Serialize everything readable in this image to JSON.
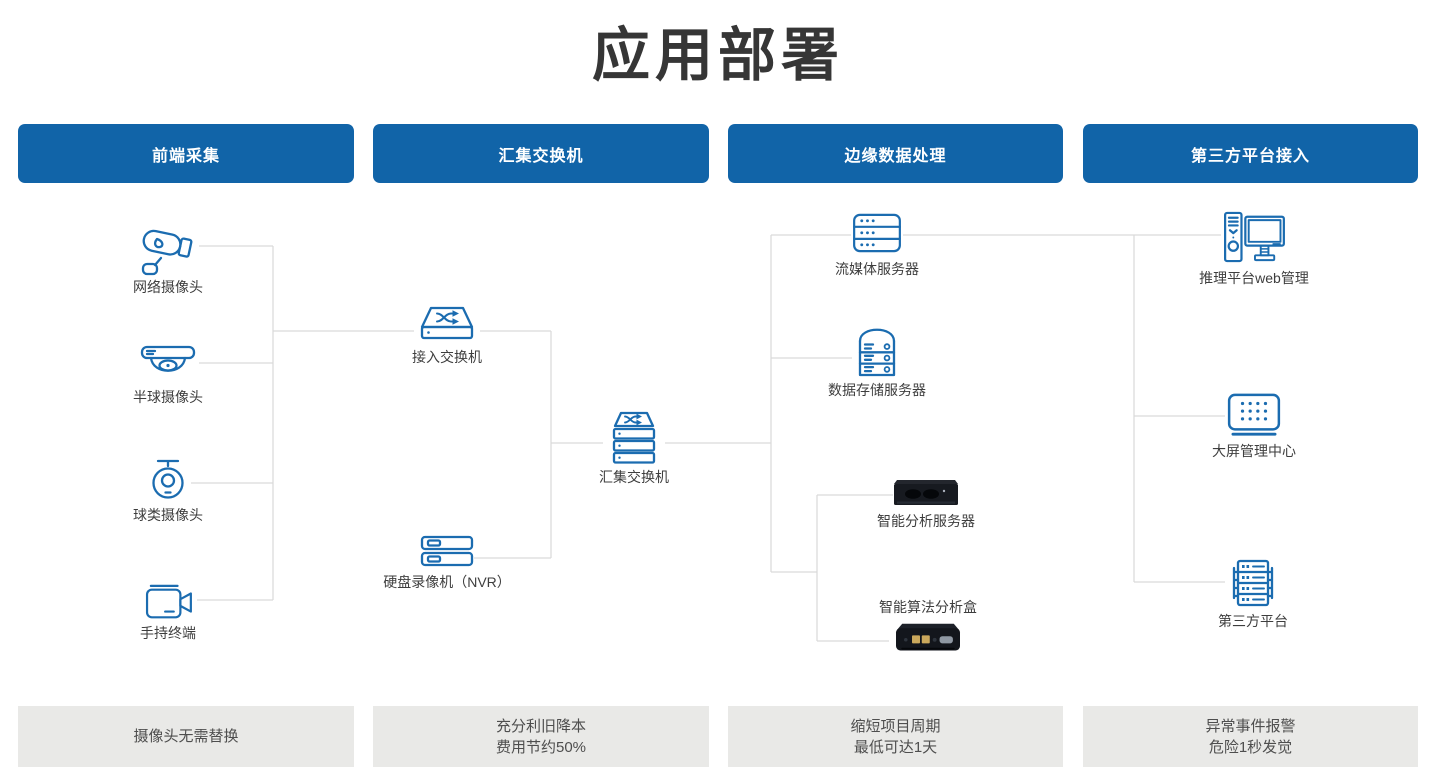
{
  "title": "应用部署",
  "colors": {
    "header_bg": "#1164a8",
    "icon_stroke": "#1b6cb0",
    "benefit_bg": "#e9e9e7",
    "connector": "#d9d9d9"
  },
  "columns": [
    {
      "header": "前端采集",
      "footer_lines": [
        "摄像头无需替换"
      ]
    },
    {
      "header": "汇集交换机",
      "footer_lines": [
        "充分利旧降本",
        "费用节约50%"
      ]
    },
    {
      "header": "边缘数据处理",
      "footer_lines": [
        "缩短项目周期",
        "最低可达1天"
      ]
    },
    {
      "header": "第三方平台接入",
      "footer_lines": [
        "异常事件报警",
        "危险1秒发觉"
      ]
    }
  ],
  "nodes": {
    "network_camera": {
      "label": "网络摄像头",
      "icon": "bullet-camera-icon"
    },
    "dome_camera": {
      "label": "半球摄像头",
      "icon": "dome-camera-icon"
    },
    "ptz_camera": {
      "label": "球类摄像头",
      "icon": "ball-camera-icon"
    },
    "handheld_terminal": {
      "label": "手持终端",
      "icon": "camcorder-icon"
    },
    "access_switch": {
      "label": "接入交换机",
      "icon": "access-switch-icon"
    },
    "nvr": {
      "label": "硬盘录像机（NVR）",
      "icon": "nvr-icon"
    },
    "agg_switch": {
      "label": "汇集交换机",
      "icon": "aggregation-switch-icon"
    },
    "stream_server": {
      "label": "流媒体服务器",
      "icon": "stream-server-icon"
    },
    "storage_server": {
      "label": "数据存储服务器",
      "icon": "storage-server-icon"
    },
    "analysis_server": {
      "label": "智能分析服务器",
      "icon": "rack-server-photo"
    },
    "algo_box": {
      "label": "智能算法分析盒",
      "icon": "analysis-box-photo"
    },
    "inference_web": {
      "label": "推理平台web管理",
      "icon": "workstation-icon"
    },
    "big_screen": {
      "label": "大屏管理中心",
      "icon": "big-screen-icon"
    },
    "third_party": {
      "label": "第三方平台",
      "icon": "server-rack-icon"
    }
  }
}
